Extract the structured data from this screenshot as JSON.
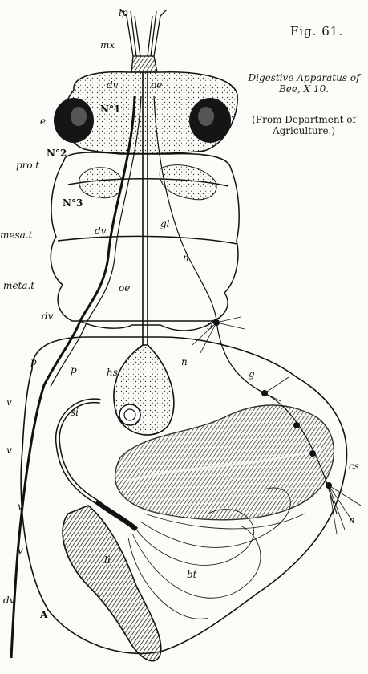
{
  "caption": {
    "fig_number": "Fig. 61.",
    "title": "Digestive Apparatus of Bee, X 10.",
    "source": "(From Department of Agriculture.)"
  },
  "labels": {
    "lp": "lp",
    "mx": "mx",
    "dv_head": "dv",
    "oe_head": "oe",
    "e": "e",
    "n1": "N°1",
    "n2": "N°2",
    "pro_t": "pro.t",
    "n3": "N°3",
    "dv_thorax": "dv",
    "gl": "gl",
    "mesa_t": "mesa.t",
    "n_mid": "n",
    "meta_t": "meta.t",
    "oe_mid": "oe",
    "dv_waist": "dv",
    "g_waist": "g",
    "n_abd": "n",
    "p_left": "p",
    "p_mid": "p",
    "hs": "hs",
    "g_right": "g",
    "si": "si",
    "cs": "cs",
    "n_right": "n",
    "v1": "v",
    "v2": "v",
    "v3": "v",
    "v4": "v",
    "li": "li",
    "bt": "bt",
    "dv_bottom": "dv",
    "A": "A"
  }
}
